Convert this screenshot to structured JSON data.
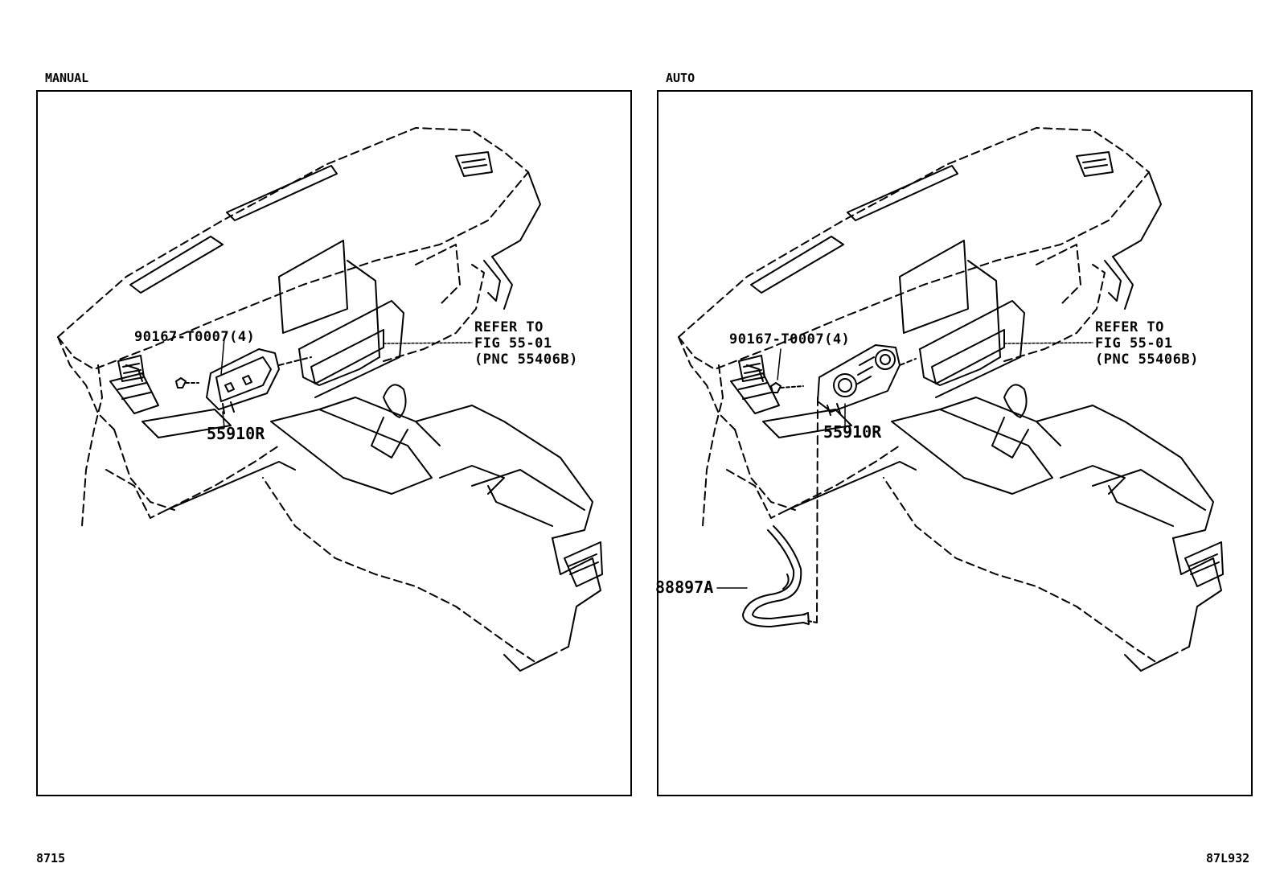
{
  "panels": [
    {
      "title": "MANUAL",
      "fastener_label": "90167-T0007(4)",
      "control_label": "55910R",
      "refer_line1": "REFER TO",
      "refer_line2": "FIG 55-01",
      "refer_line3": "(PNC 55406B)"
    },
    {
      "title": "AUTO",
      "fastener_label": "90167-T0007(4)",
      "control_label": "55910R",
      "hose_label": "88897A",
      "refer_line1": "REFER TO",
      "refer_line2": "FIG 55-01",
      "refer_line3": "(PNC 55406B)"
    }
  ],
  "footer": {
    "left_code": "8715",
    "right_code": "87L932"
  }
}
